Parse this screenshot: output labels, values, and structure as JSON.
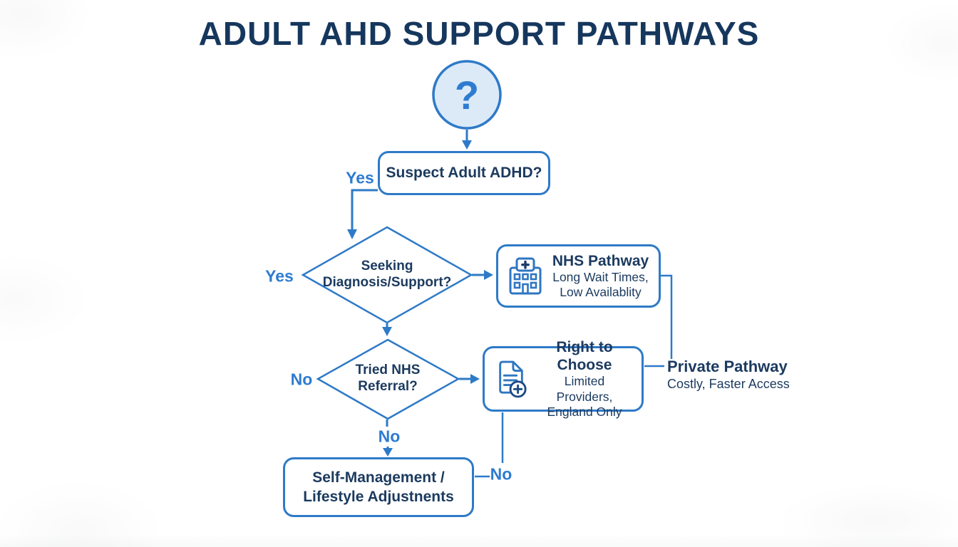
{
  "title": "ADULT AHD SUPPORT PATHWAYS",
  "colors": {
    "navy_text": "#1b3a5f",
    "title_navy": "#16375d",
    "line_blue": "#2e7ac7",
    "edge_label_blue": "#2e7cd1",
    "circle_fill": "#dceaf8",
    "icon_blue": "#2e76c2",
    "icon_navy": "#1e3f69"
  },
  "start": {
    "icon": "question-mark-circle-icon",
    "symbol": "?"
  },
  "nodes": {
    "suspect": {
      "label": "Suspect Adult ADHD?"
    },
    "seeking": {
      "line1": "Seeking",
      "line2": "Diagnosis/Support?"
    },
    "nhs": {
      "icon": "hospital-icon",
      "title": "NHS Pathway",
      "sub1": "Long Wait Times,",
      "sub2": "Low Availablity"
    },
    "tried": {
      "line1": "Tried NHS",
      "line2": "Referral?"
    },
    "rtc": {
      "icon": "document-plus-icon",
      "title": "Right to Choose",
      "sub1": "Limited Providers,",
      "sub2": "England Only"
    },
    "private": {
      "title": "Private Pathway",
      "sub": "Costly, Faster Access"
    },
    "selfmgmt": {
      "line1": "Self-Management /",
      "line2": "Lifestyle Adjustnents"
    }
  },
  "edge_labels": {
    "yes_suspect": "Yes",
    "yes_seeking": "Yes",
    "no_tried": "No",
    "no_to_selfmgmt": "No",
    "no_rtc_branch": "No"
  }
}
